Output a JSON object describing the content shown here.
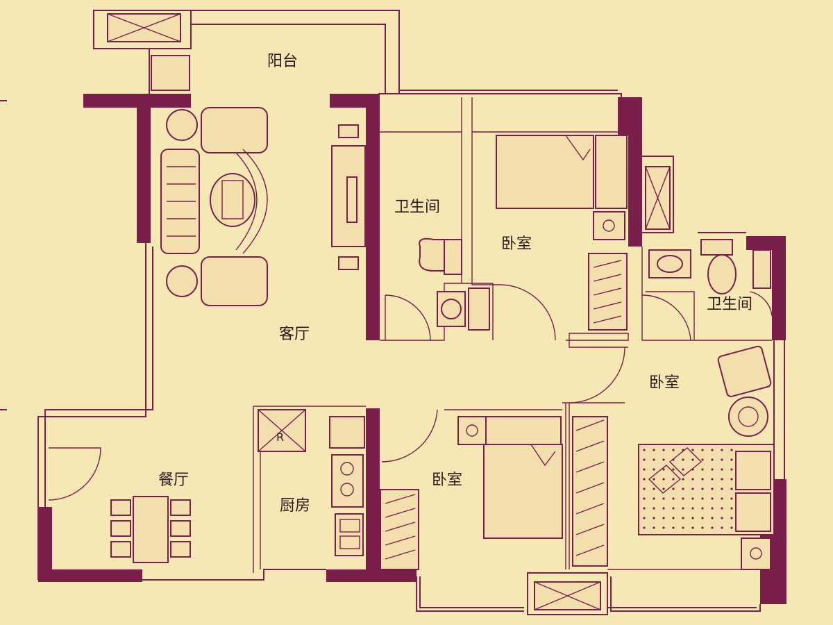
{
  "plan": {
    "rooms": {
      "balcony": "阳台",
      "living_room": "客厅",
      "dining_room": "餐厅",
      "kitchen": "厨房",
      "bathroom_1": "卫生间",
      "bathroom_2": "卫生间",
      "bedroom_1": "卧室",
      "bedroom_2": "卧室",
      "bedroom_3": "卧室"
    },
    "fridge_mark": "R"
  },
  "colors": {
    "background": "#f6e8b4",
    "wall": "#7a1e4a",
    "fixture_fill": "#f3dfae",
    "text": "#2a1a1a"
  }
}
